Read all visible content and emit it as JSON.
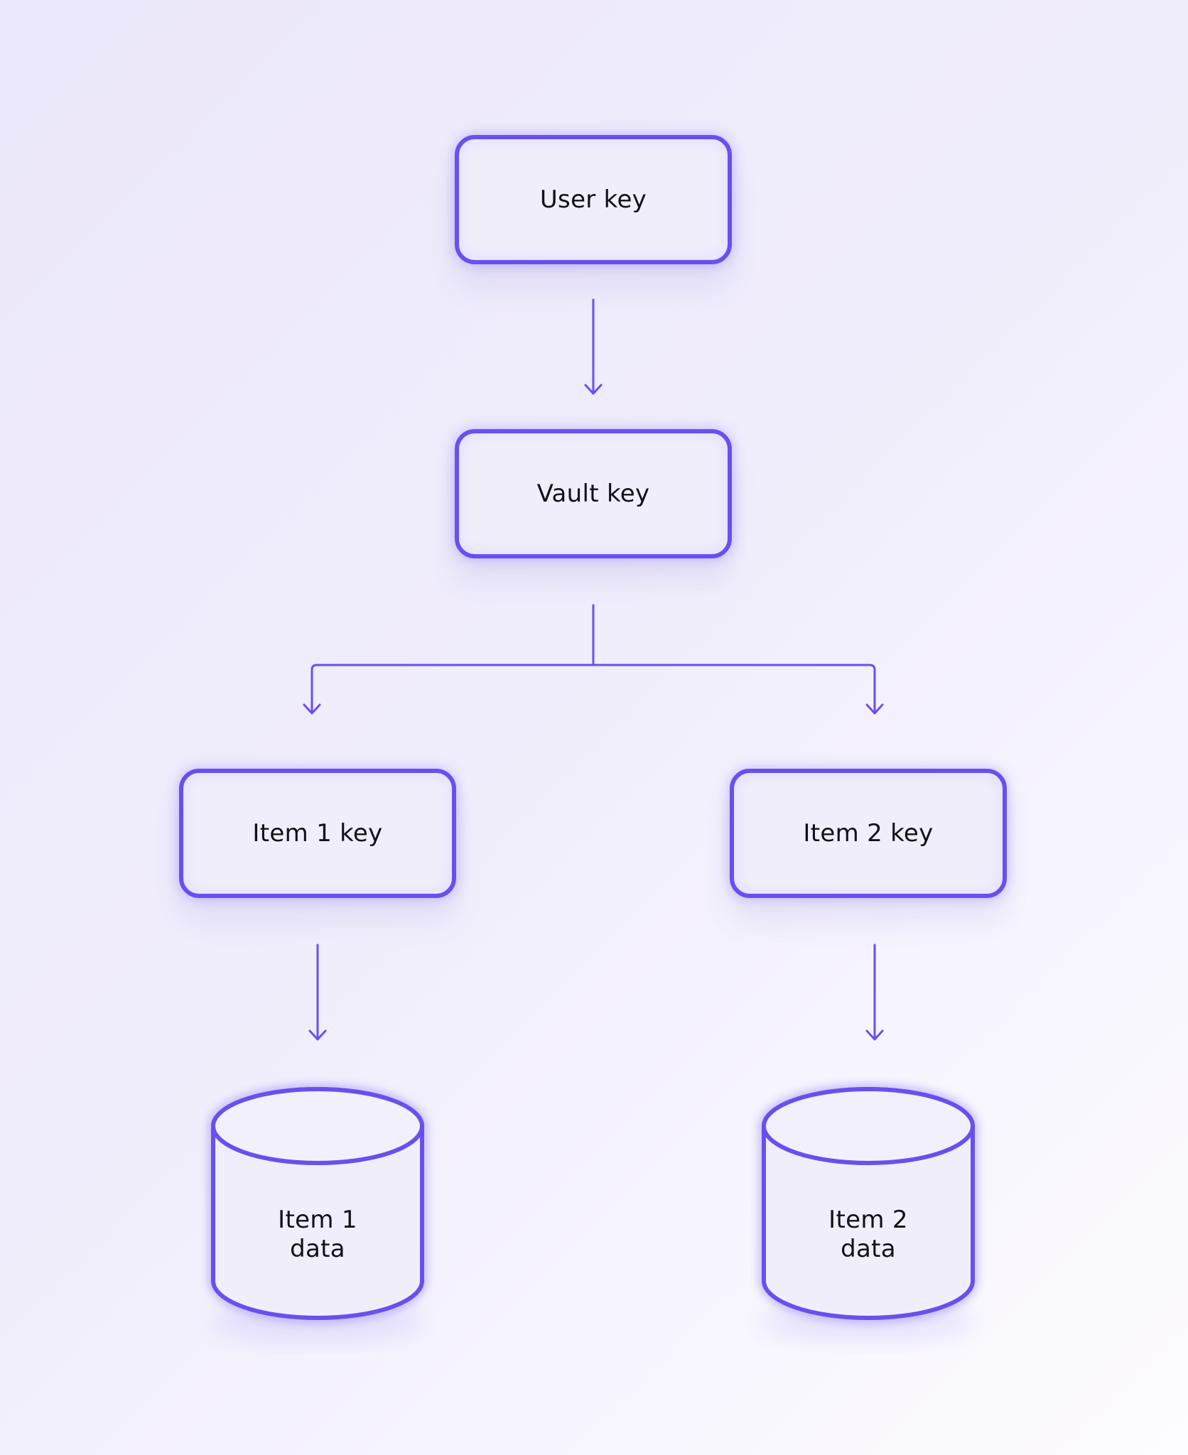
{
  "nodes": {
    "user_key": "User key",
    "vault_key": "Vault key",
    "item1_key": "Item 1 key",
    "item2_key": "Item 2 key"
  },
  "stores": {
    "item1_data_line1": "Item 1",
    "item1_data_line2": "data",
    "item2_data_line1": "Item 2",
    "item2_data_line2": "data"
  },
  "colors": {
    "accent": "#6a4ff0",
    "background": "#efecfb",
    "text": "#111118"
  }
}
